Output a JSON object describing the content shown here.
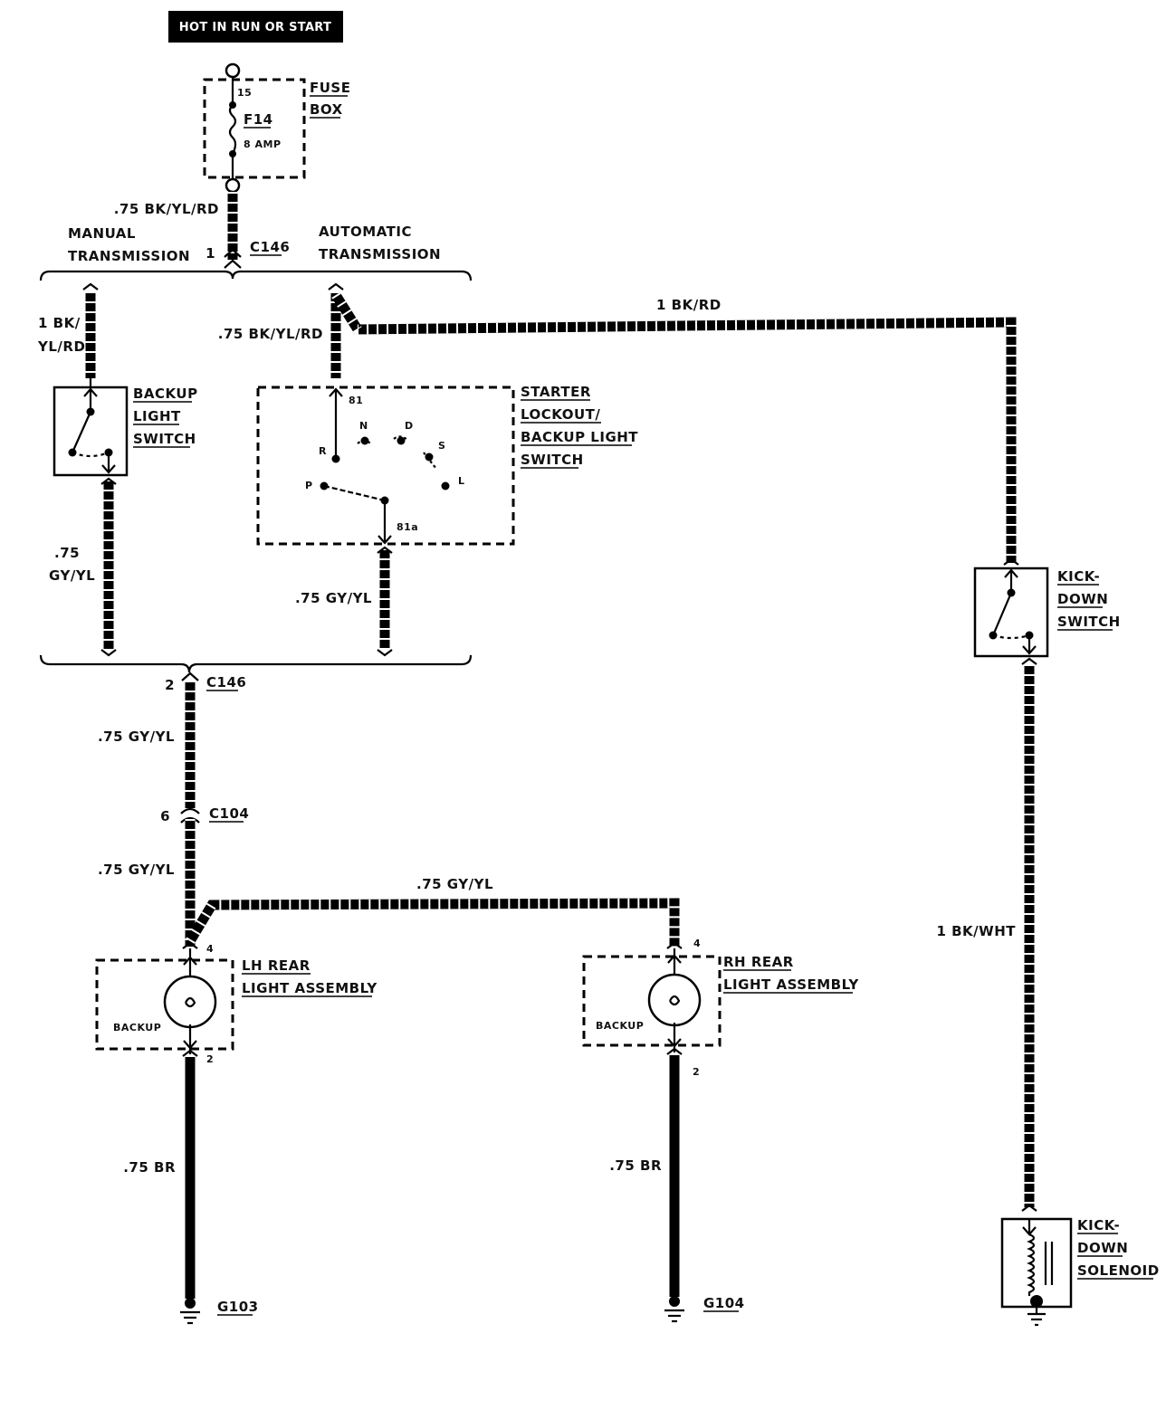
{
  "header": {
    "text": "HOT IN RUN OR START"
  },
  "fuse_box": {
    "label_line1": "FUSE",
    "label_line2": "BOX",
    "pin_top": "15",
    "fuse_id": "F14",
    "rating": "8 AMP"
  },
  "wires": {
    "w_fuse_out": ".75 BK/YL/RD",
    "w_manual_in_line1": "1 BK/",
    "w_manual_in_line2": "YL/RD",
    "w_auto_in": ".75 BK/YL/RD",
    "w_kickdown_feed": "1 BK/RD",
    "w_manual_out_line1": ".75",
    "w_manual_out_line2": "GY/YL",
    "w_auto_out": ".75 GY/YL",
    "w_c146_c104": ".75 GY/YL",
    "w_c104_lh": ".75 GY/YL",
    "w_lh_rh": ".75 GY/YL",
    "w_lh_ground": ".75 BR",
    "w_rh_ground": ".75 BR",
    "w_kickdown_solenoid": "1 BK/WHT"
  },
  "transmission": {
    "manual_line1": "MANUAL",
    "manual_line2": "TRANSMISSION",
    "auto_line1": "AUTOMATIC",
    "auto_line2": "TRANSMISSION"
  },
  "connectors": {
    "c146_top_pin": "1",
    "c146_top_id": "C146",
    "c146_bottom_pin": "2",
    "c146_bottom_id": "C146",
    "c104_pin": "6",
    "c104_id": "C104"
  },
  "backup_switch": {
    "line1": "BACKUP",
    "line2": "LIGHT",
    "line3": "SWITCH"
  },
  "starter_switch": {
    "line1": "STARTER",
    "line2": "LOCKOUT/",
    "line3": "BACKUP LIGHT",
    "line4": "SWITCH",
    "pin_in": "81",
    "pin_out": "81a",
    "pos_r": "R",
    "pos_n": "N",
    "pos_d": "D",
    "pos_s": "S",
    "pos_l": "L",
    "pos_p": "P"
  },
  "kickdown_switch": {
    "line1": "KICK-",
    "line2": "DOWN",
    "line3": "SWITCH"
  },
  "kickdown_solenoid": {
    "line1": "KICK-",
    "line2": "DOWN",
    "line3": "SOLENOID"
  },
  "lh_light": {
    "line1": "LH REAR",
    "line2": "LIGHT ASSEMBLY",
    "lamp_label": "BACKUP",
    "pin_in": "4",
    "pin_out": "2"
  },
  "rh_light": {
    "line1": "RH REAR",
    "line2": "LIGHT ASSEMBLY",
    "lamp_label": "BACKUP",
    "pin_in": "4",
    "pin_out": "2"
  },
  "grounds": {
    "g_lh": "G103",
    "g_rh": "G104"
  }
}
